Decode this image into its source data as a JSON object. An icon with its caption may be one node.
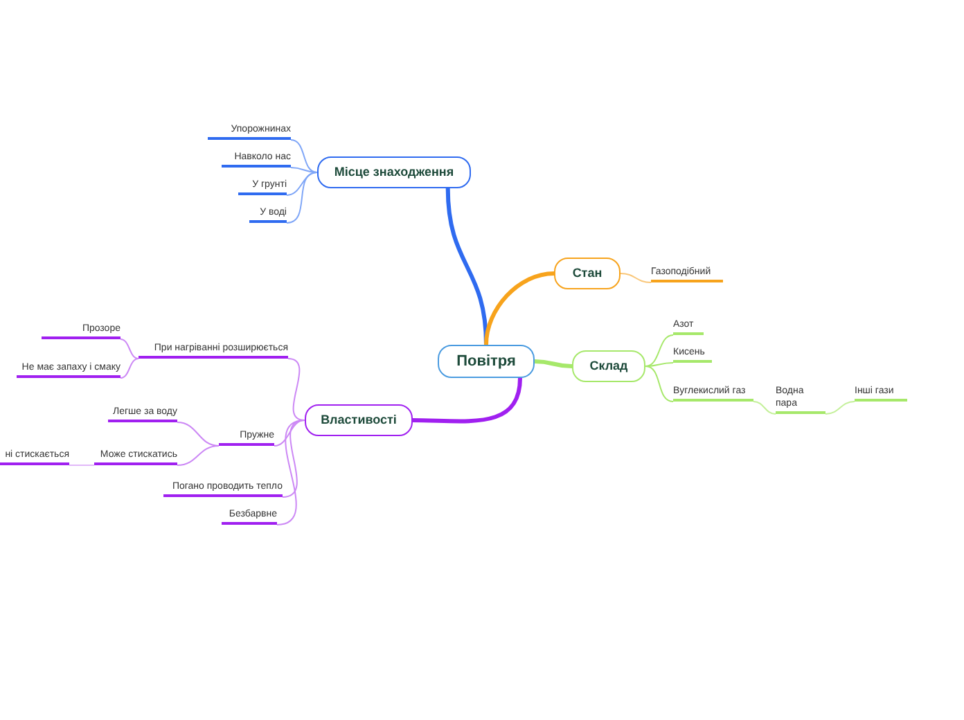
{
  "diagram": {
    "nodes": [
      {
        "text": [
          "Повітря"
        ]
      },
      {
        "text": [
          "Місце знаходження"
        ]
      },
      {
        "text": [
          "Упорожнинах"
        ]
      },
      {
        "text": [
          "Навколо нас"
        ]
      },
      {
        "text": [
          "У грунті"
        ]
      },
      {
        "text": [
          "У воді"
        ]
      },
      {
        "text": [
          "Стан"
        ]
      },
      {
        "text": [
          "Газоподібний"
        ]
      },
      {
        "text": [
          "Склад"
        ]
      },
      {
        "text": [
          "Азот"
        ]
      },
      {
        "text": [
          "Кисень"
        ]
      },
      {
        "text": [
          "Вуглекислий газ"
        ]
      },
      {
        "text": [
          "Водна пара"
        ]
      },
      {
        "text": [
          "Інші гази"
        ]
      },
      {
        "text": [
          "Властивості"
        ]
      },
      {
        "text": [
          "При нагріванні розширюється"
        ]
      },
      {
        "text": [
          "Прозоре"
        ]
      },
      {
        "text": [
          "Не має запаху і смаку"
        ]
      },
      {
        "text": [
          "Пружне"
        ]
      },
      {
        "text": [
          "Легше за воду"
        ]
      },
      {
        "text": [
          "Може стискатись"
        ]
      },
      {
        "text": [
          "ні стискається"
        ]
      },
      {
        "text": [
          "Погано проводить тепло"
        ]
      },
      {
        "text": [
          "Безбарвне"
        ]
      }
    ],
    "edges": [
      {
        "from": 0,
        "to": 1,
        "arrow": "none",
        "style": "thick",
        "color": "#2f6bf0"
      },
      {
        "from": 1,
        "to": 2,
        "arrow": "none",
        "color": "#7fa6f7"
      },
      {
        "from": 1,
        "to": 3,
        "arrow": "none",
        "color": "#7fa6f7"
      },
      {
        "from": 1,
        "to": 4,
        "arrow": "none",
        "color": "#7fa6f7"
      },
      {
        "from": 1,
        "to": 5,
        "arrow": "none",
        "color": "#7fa6f7"
      },
      {
        "from": 0,
        "to": 6,
        "arrow": "none",
        "style": "thick",
        "color": "#f7a31c"
      },
      {
        "from": 6,
        "to": 7,
        "arrow": "none",
        "color": "#f9c77a"
      },
      {
        "from": 0,
        "to": 8,
        "arrow": "none",
        "style": "thick",
        "color": "#a6e86a"
      },
      {
        "from": 8,
        "to": 9,
        "arrow": "none",
        "color": "#a6e86a"
      },
      {
        "from": 8,
        "to": 10,
        "arrow": "none",
        "color": "#a6e86a"
      },
      {
        "from": 8,
        "to": 11,
        "arrow": "none",
        "color": "#a6e86a"
      },
      {
        "from": 11,
        "to": 12,
        "arrow": "none",
        "color": "#c4f09a"
      },
      {
        "from": 12,
        "to": 13,
        "arrow": "none",
        "color": "#c4f09a"
      },
      {
        "from": 0,
        "to": 14,
        "arrow": "none",
        "style": "thick",
        "color": "#a020f0"
      },
      {
        "from": 14,
        "to": 15,
        "arrow": "none",
        "color": "#cc88f5"
      },
      {
        "from": 15,
        "to": 16,
        "arrow": "none",
        "color": "#cc88f5"
      },
      {
        "from": 15,
        "to": 17,
        "arrow": "none",
        "color": "#cc88f5"
      },
      {
        "from": 14,
        "to": 18,
        "arrow": "none",
        "color": "#cc88f5"
      },
      {
        "from": 18,
        "to": 19,
        "arrow": "none",
        "color": "#cc88f5"
      },
      {
        "from": 18,
        "to": 20,
        "arrow": "none",
        "color": "#cc88f5"
      },
      {
        "from": 20,
        "to": 21,
        "arrow": "none",
        "color": "#e2b8f9"
      },
      {
        "from": 14,
        "to": 22,
        "arrow": "none",
        "color": "#cc88f5"
      },
      {
        "from": 14,
        "to": 23,
        "arrow": "none",
        "color": "#cc88f5"
      }
    ]
  }
}
